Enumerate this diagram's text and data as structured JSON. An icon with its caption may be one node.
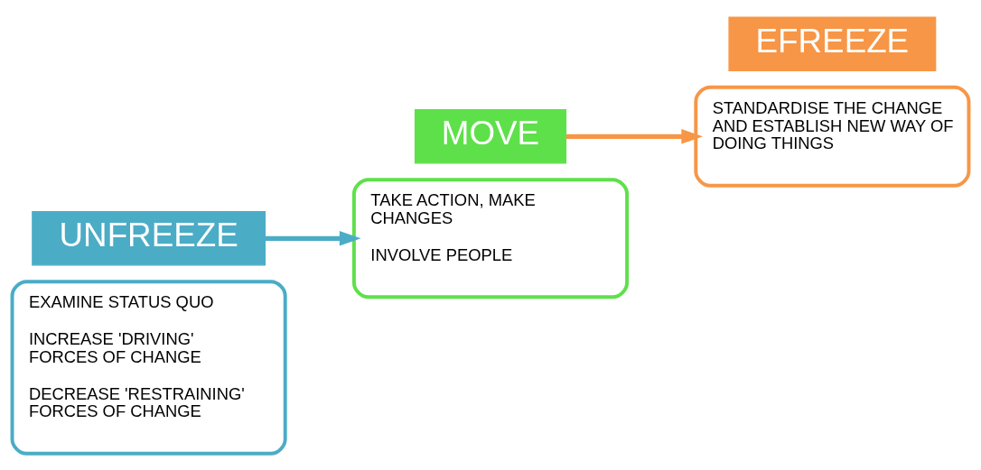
{
  "diagram": {
    "nodes": [
      {
        "text": [
          "EXAMINE STATUS QUO",
          "INCREASE 'DRIVING' FORCES OF CHANGE",
          "DECREASE 'RESTRAINING' FORCES OF CHANGE"
        ]
      },
      {
        "text": [
          "UNFREEZE"
        ]
      },
      {
        "text": [
          "MOVE"
        ]
      },
      {
        "text": [
          "TAKE ACTION, MAKE CHANGES",
          "INVOLVE PEOPLE"
        ]
      },
      {
        "text": [
          "STANDARDISE THE CHANGE AND ESTABLISH NEW WAY OF DOING THINGS"
        ]
      },
      {
        "text": [
          "EFREEZE"
        ]
      }
    ],
    "edges": [
      {
        "from": 1,
        "to": 3,
        "arrow": "to",
        "color": "#4bacc6"
      },
      {
        "from": 2,
        "to": 4,
        "arrow": "to",
        "color": "#f79646"
      }
    ]
  }
}
